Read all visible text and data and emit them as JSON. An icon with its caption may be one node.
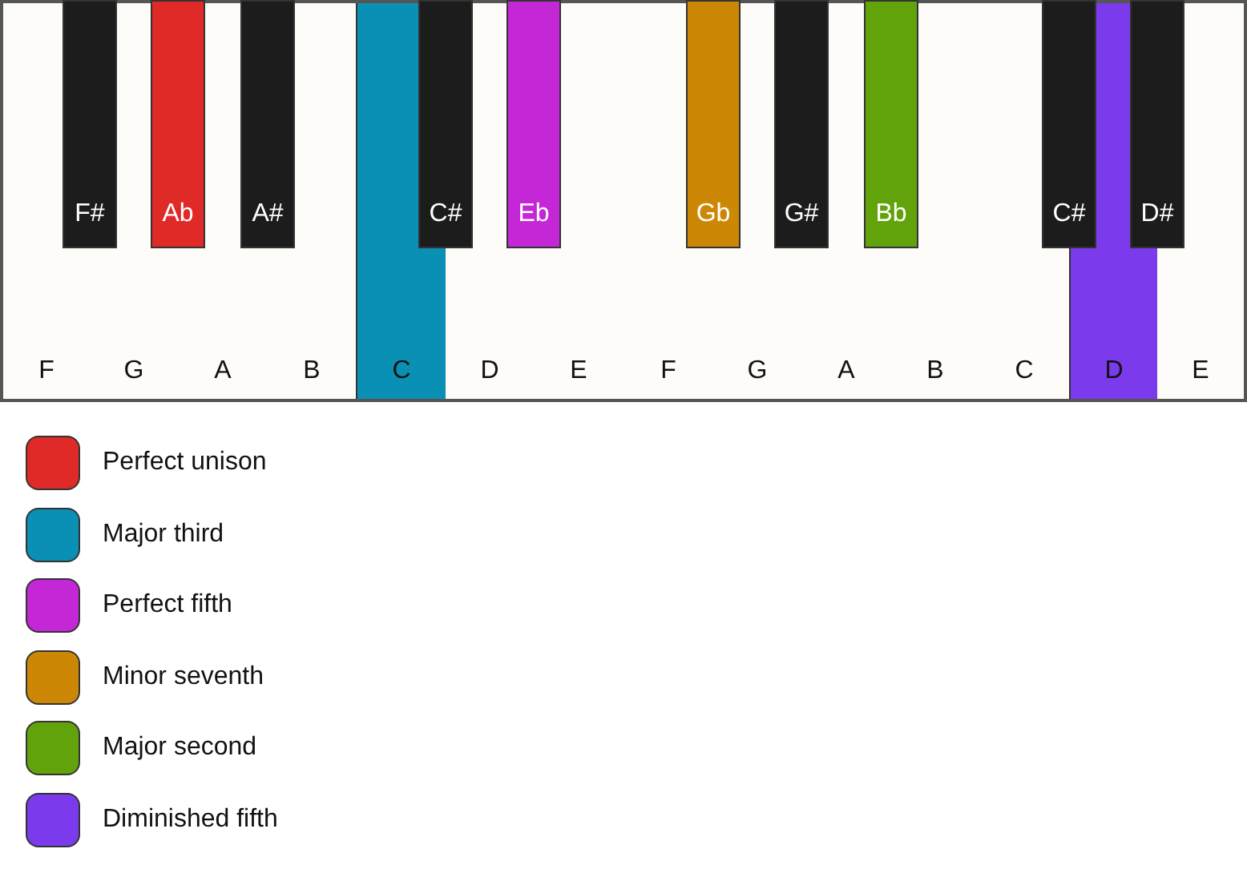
{
  "diagram": {
    "nodes": [
      {
        "text": [
          "F"
        ]
      },
      {
        "text": [
          "F#"
        ]
      },
      {
        "text": [
          "G"
        ]
      },
      {
        "text": [
          "Ab"
        ]
      },
      {
        "text": [
          "A"
        ]
      },
      {
        "text": [
          "A#"
        ]
      },
      {
        "text": [
          "B"
        ]
      },
      {
        "text": [
          "C"
        ]
      },
      {
        "text": [
          "C#"
        ]
      },
      {
        "text": [
          "D"
        ]
      },
      {
        "text": [
          "Eb"
        ]
      },
      {
        "text": [
          "E"
        ]
      },
      {
        "text": [
          "F"
        ]
      },
      {
        "text": [
          "Gb"
        ]
      },
      {
        "text": [
          "G"
        ]
      },
      {
        "text": [
          "G#"
        ]
      },
      {
        "text": [
          "A"
        ]
      },
      {
        "text": [
          "Bb"
        ]
      },
      {
        "text": [
          "B"
        ]
      },
      {
        "text": [
          "C"
        ]
      },
      {
        "text": [
          "C#"
        ]
      },
      {
        "text": [
          "D"
        ]
      },
      {
        "text": [
          "D#"
        ]
      },
      {
        "text": [
          "E"
        ]
      }
    ],
    "edges": [],
    "legend": [
      {
        "text": "Perfect unison",
        "color": "#df2a28"
      },
      {
        "text": "Major third",
        "color": "#0a90b4"
      },
      {
        "text": "Perfect fifth",
        "color": "#c428d6"
      },
      {
        "text": "Minor seventh",
        "color": "#cc8804"
      },
      {
        "text": "Major second",
        "color": "#62a30c"
      },
      {
        "text": "Diminished fifth",
        "color": "#7c3aed"
      }
    ]
  }
}
